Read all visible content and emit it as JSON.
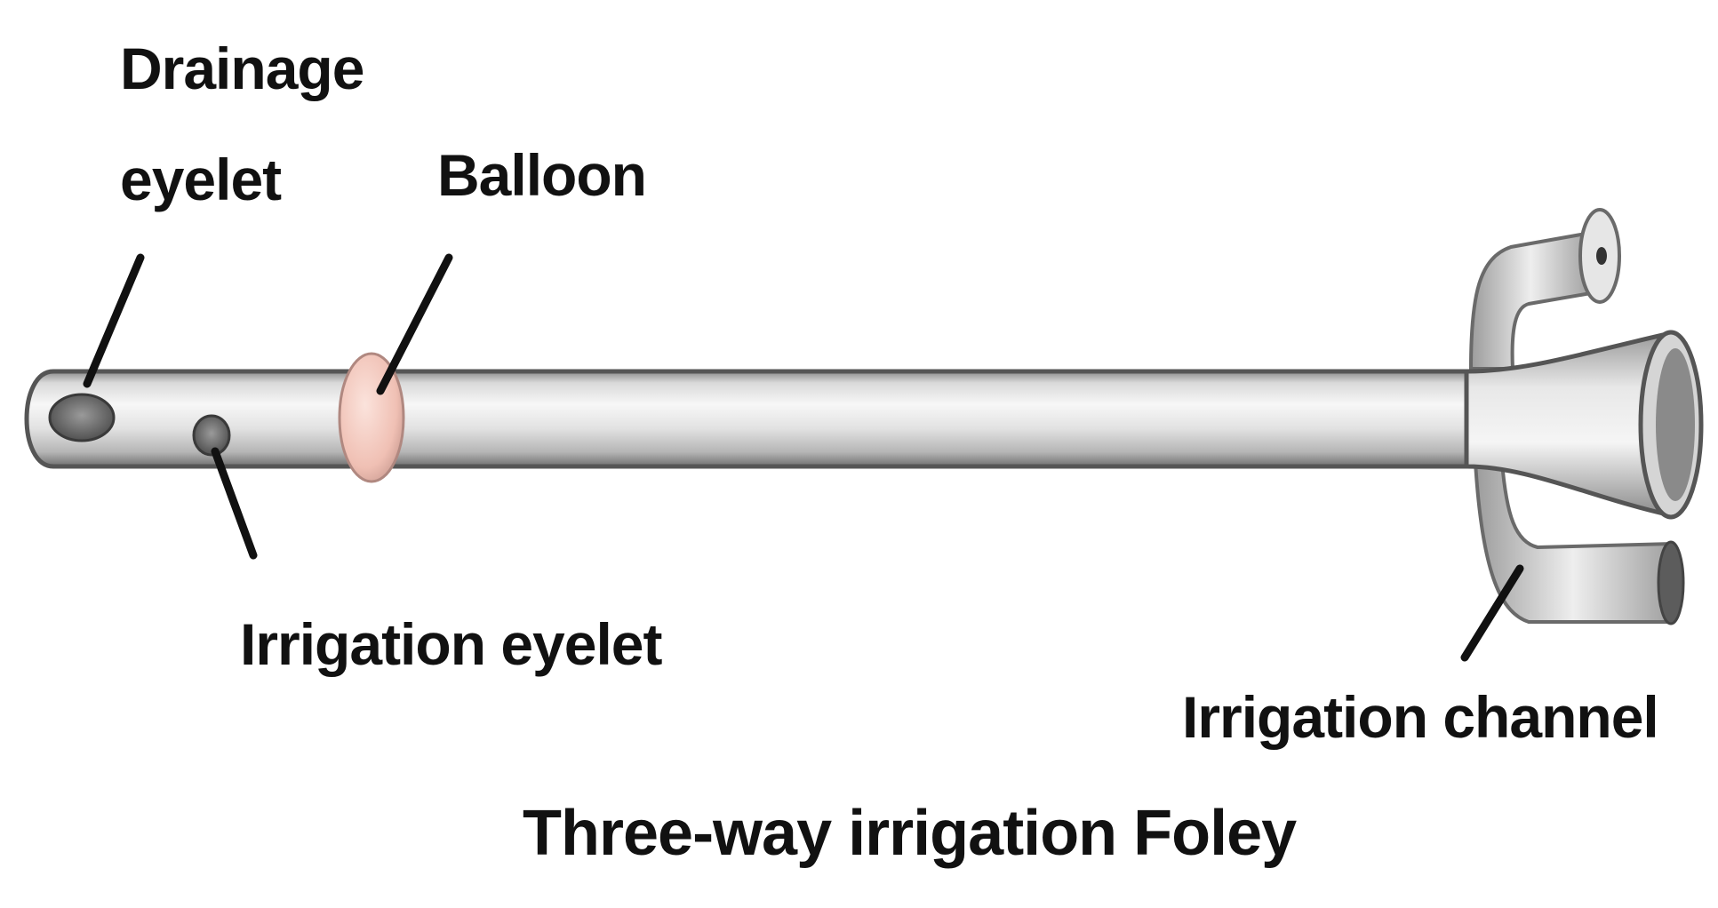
{
  "labels": {
    "drainage_line1": "Drainage",
    "drainage_line2": "eyelet",
    "balloon": "Balloon",
    "irrigation_eyelet": "Irrigation eyelet",
    "irrigation_channel": "Irrigation channel"
  },
  "caption": "Three-way irrigation Foley",
  "colors": {
    "catheter_light": "#f2f2f2",
    "catheter_mid": "#c8c8c8",
    "catheter_dark": "#7a7a7a",
    "eyelet": "#6e6e6e",
    "balloon": "#f4c7bd",
    "text": "#111111"
  }
}
